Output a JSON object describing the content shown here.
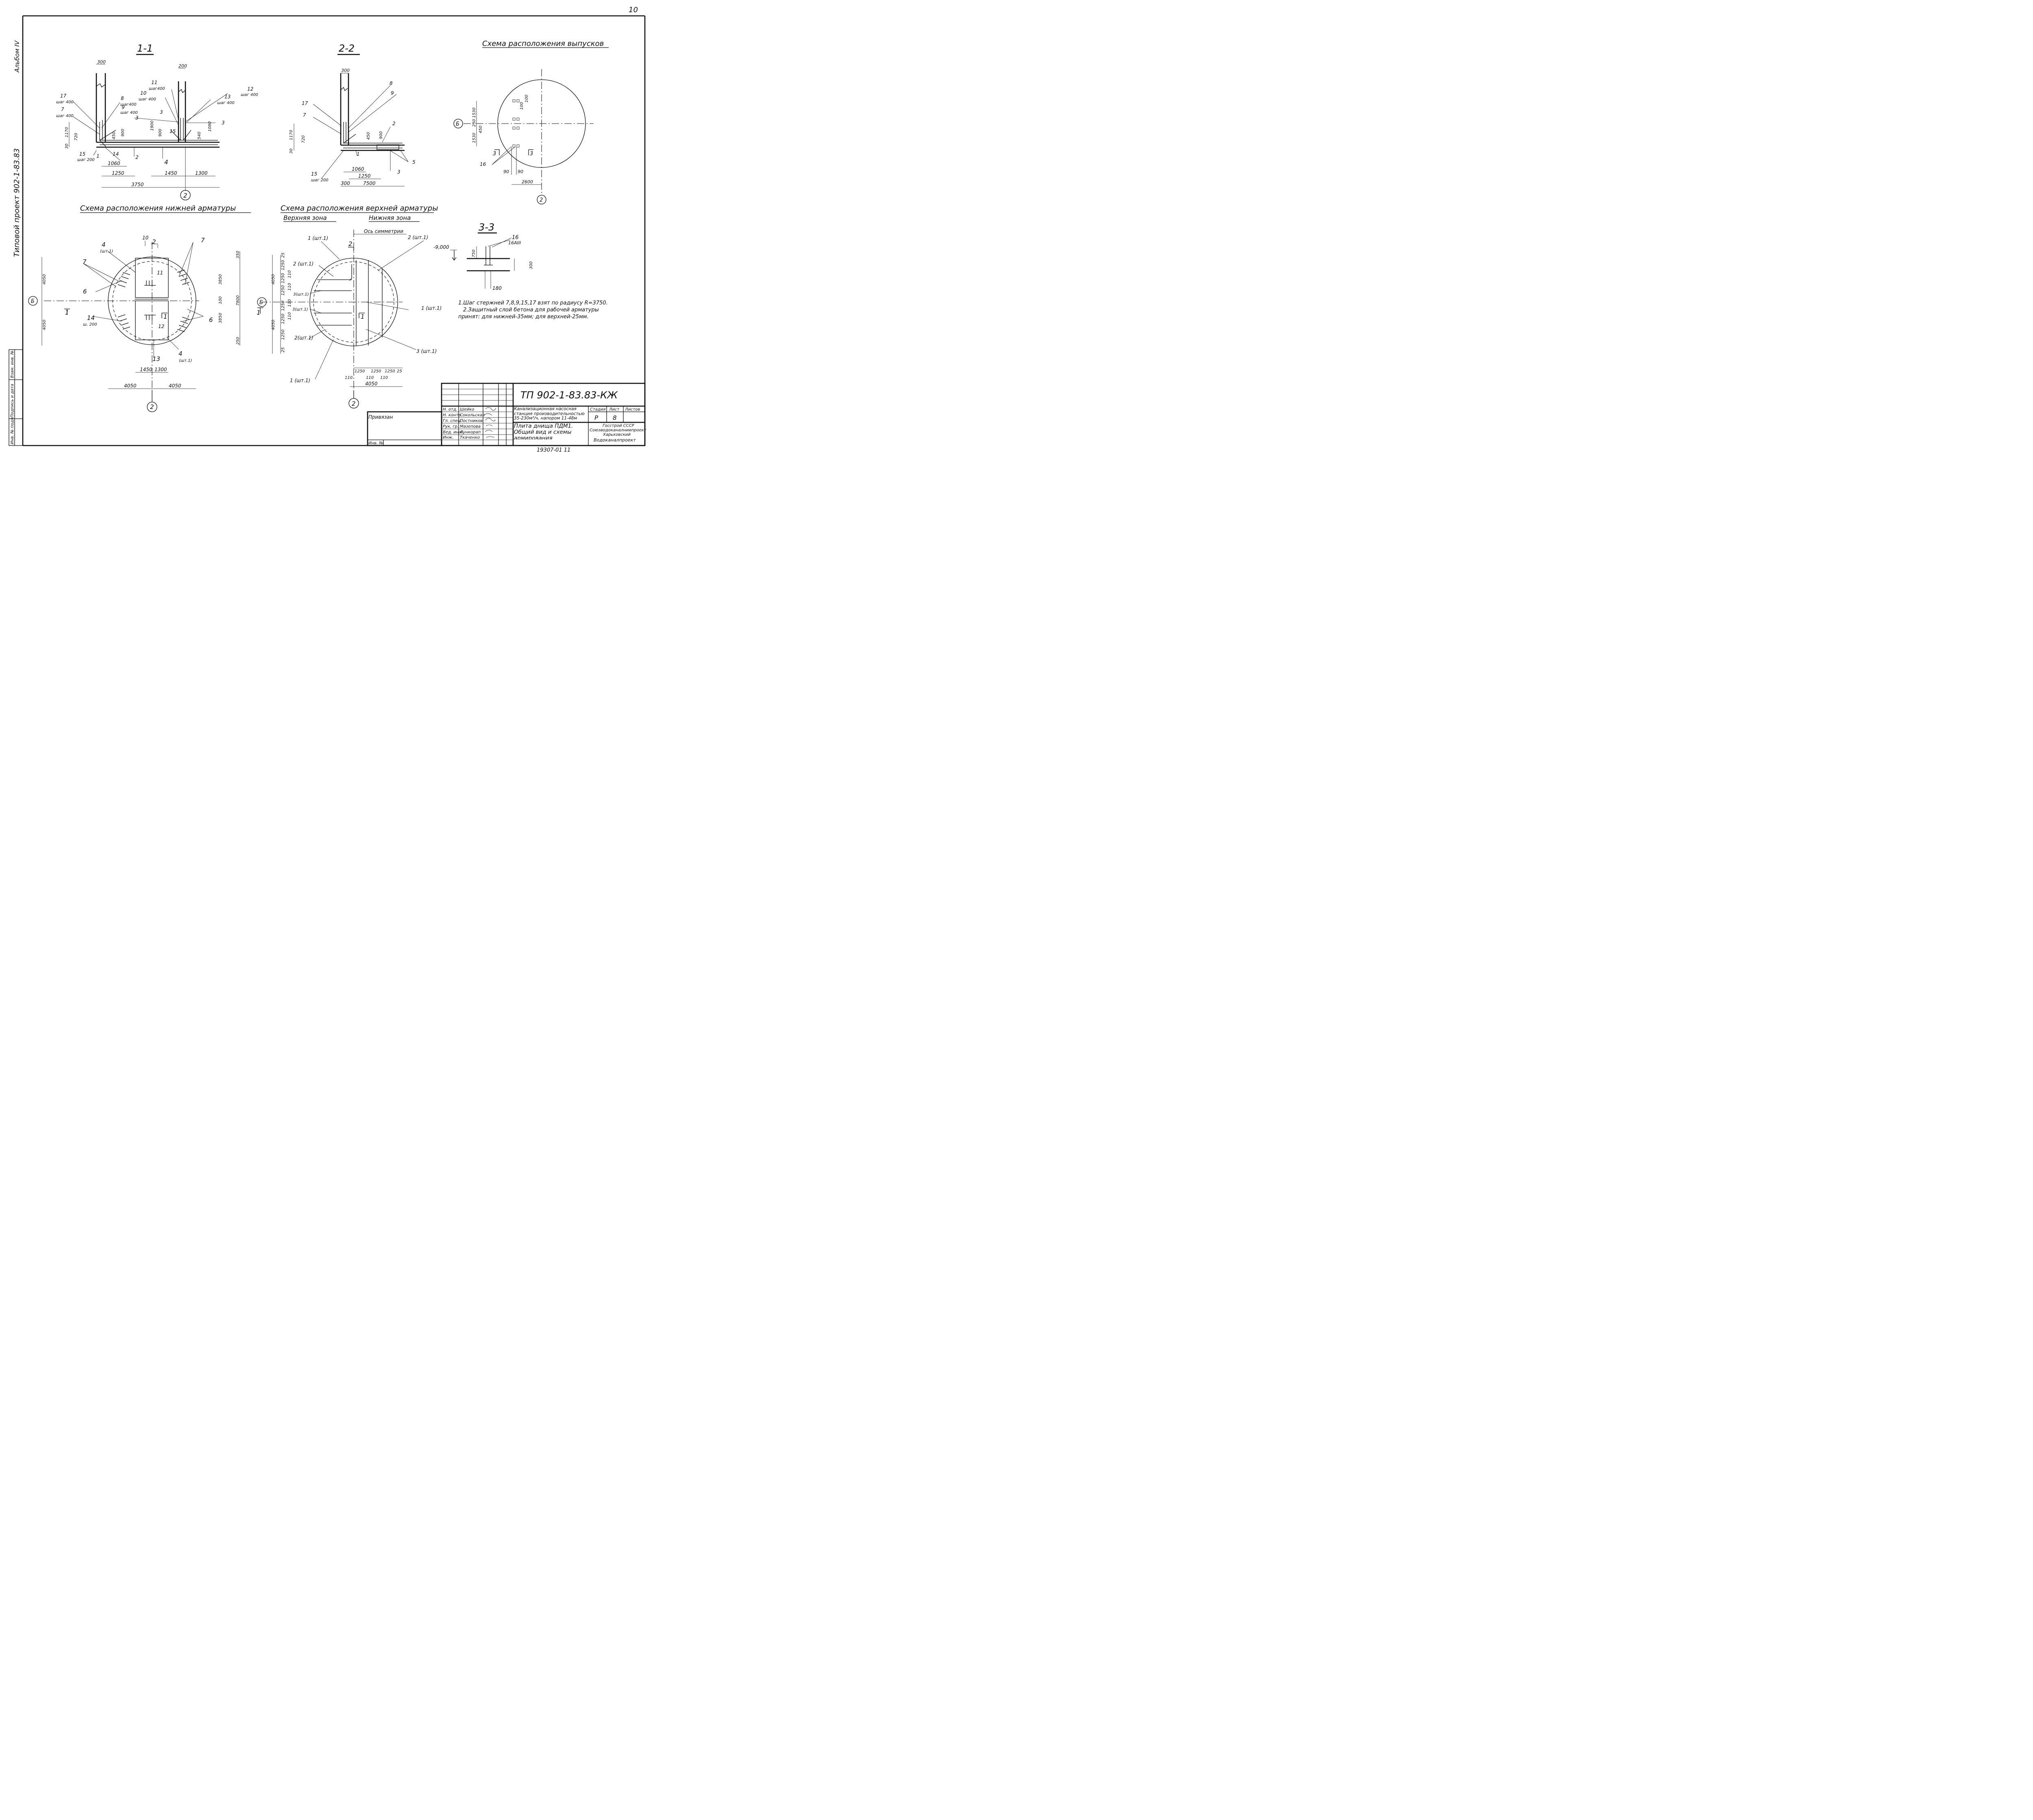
{
  "sheet": {
    "page_number": "10",
    "album": "Альбом IV",
    "project": "Типовой проект 902-1-83.83",
    "side_stamp": [
      "Инв. № подл.",
      "Подпись и дата",
      "Взам. инв. №"
    ]
  },
  "section_1_1": {
    "title": "1-1",
    "dims": [
      "300",
      "200",
      "1170",
      "720",
      "30",
      "1060",
      "1250",
      "3750",
      "1450",
      "1300",
      "450",
      "900",
      "1900",
      "900",
      "540",
      "1080"
    ],
    "labels": [
      "17",
      "шаг 400",
      "7",
      "шаг 400",
      "8",
      "шаг400",
      "9",
      "шаг 400",
      "11",
      "шаг400",
      "10",
      "шаг 400",
      "13",
      "шаг 400",
      "12",
      "шаг 400",
      "3",
      "3",
      "15",
      "3",
      "14",
      "1",
      "2",
      "4",
      "15",
      "шаг 200"
    ],
    "axis": "2"
  },
  "section_2_2": {
    "title": "2-2",
    "dims": [
      "300",
      "1170",
      "720",
      "30",
      "450",
      "900",
      "1060",
      "1250",
      "300",
      "7500"
    ],
    "labels": [
      "8",
      "9",
      "17",
      "7",
      "2",
      "1",
      "3",
      "5",
      "15",
      "шаг 200"
    ]
  },
  "outlets": {
    "title": "Схема расположения выпусков",
    "axis_b": "Б",
    "axis_2": "2",
    "dims": [
      "1530",
      "250",
      "450",
      "1530",
      "100",
      "100",
      "90",
      "90",
      "2600"
    ],
    "labels": [
      "3",
      "3",
      "16"
    ]
  },
  "section_3_3": {
    "title": "3-3",
    "level": "-9,000",
    "dims": [
      "750",
      "300",
      "180"
    ],
    "labels": [
      "16",
      "16АIII"
    ]
  },
  "notes": [
    "1.Шаг стержней 7,8,9,15,17 взят по радиусу R=3750.",
    "2.Защитный слой бетона для рабочей арматуры",
    "принят: для нижней-35мм; для верхней-25мм."
  ],
  "bottom_plan": {
    "title": "Схема расположения нижней арматуры",
    "axis_b": "Б",
    "axis_2": "2",
    "dims": [
      "4050",
      "4050",
      "350",
      "3850",
      "100",
      "3850",
      "7800",
      "250",
      "1450",
      "1300",
      "4050",
      "4050"
    ],
    "labels": [
      "10",
      "2",
      "4",
      "(шт.1)",
      "7",
      "7",
      "6",
      "6",
      "14",
      "ш. 200",
      "11",
      "12",
      "13",
      "4",
      "(шт.1)",
      "1",
      "1"
    ]
  },
  "top_plan": {
    "title": "Схема расположения верхней арматуры",
    "zone_top": "Верхняя зона",
    "zone_bottom": "Нижняя зона",
    "symmetry": "Ось симметрии",
    "axis_b": "Б",
    "axis_2": "2",
    "dims_left": [
      "25",
      "1250",
      "4050",
      "1250",
      "110",
      "1250",
      "110",
      "1250",
      "110",
      "4050",
      "1250",
      "110",
      "1250",
      "25"
    ],
    "dims_bottom": [
      "1250",
      "1250",
      "1250",
      "25",
      "110",
      "110",
      "110",
      "4050"
    ],
    "labels": [
      "1 (шт.1)",
      "2 (шт.1)",
      "2 (шт.1)",
      "3(шт.1)",
      "3(шт.1)",
      "2(шт.1)",
      "1 (шт.1)",
      "3 (шт.1)",
      "1 (шт.1)",
      "2",
      "1",
      "1"
    ]
  },
  "title_block": {
    "code": "ТП 902-1-83.83-КЖ",
    "tied": "Привязан",
    "inv": "Инв. №",
    "roles": [
      "Н. отд.",
      "Н. контр.",
      "Гл. спец.",
      "Рук. гр.",
      "Вед. инж.",
      "Инж."
    ],
    "names": [
      "Шейко",
      "Сокольская",
      "Постников",
      "Мазепова",
      "Лункорап",
      "Ткаченко"
    ],
    "work_title": "Канализационная насосная станция производительностью 35-230м³/ч, напором 11-48м",
    "sheet_title": "Плита днища ПДМ1. Общий вид и схемы армирования",
    "stage_h": "Стадия",
    "sheet_h": "Лист",
    "sheets_h": "Листов",
    "stage": "Р",
    "sheet_no": "8",
    "org": [
      "Госстрой СССР",
      "Союзводоканалниипроект",
      "Харьковский",
      "Водоканалпроект"
    ],
    "footer": "19307-01 11"
  }
}
